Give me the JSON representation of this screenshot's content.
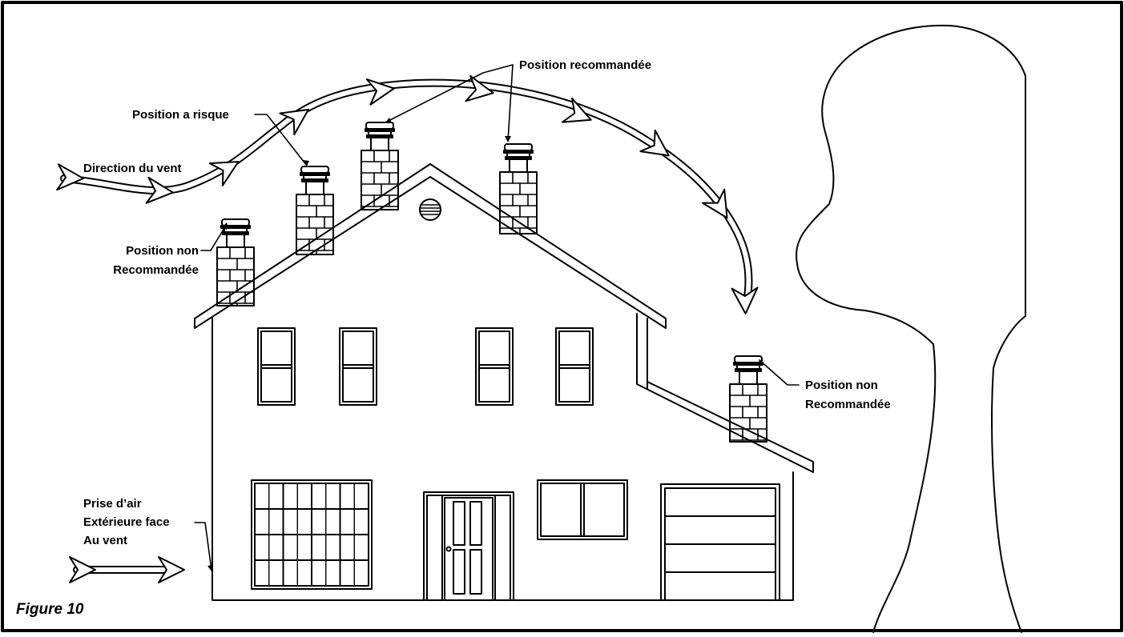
{
  "figure_label": "Figure 10",
  "labels": {
    "wind_direction": "Direction du vent",
    "position_risk": "Position a risque",
    "position_recommended": "Position recommandée",
    "position_not_recommended_left": [
      "Position non",
      "Recommandée"
    ],
    "position_not_recommended_right": [
      "Position non",
      "Recommandée"
    ],
    "air_intake": [
      "Prise d’air",
      "Extérieure face",
      "Au vent"
    ]
  },
  "colors": {
    "stroke": "#000000",
    "background": "#ffffff"
  }
}
